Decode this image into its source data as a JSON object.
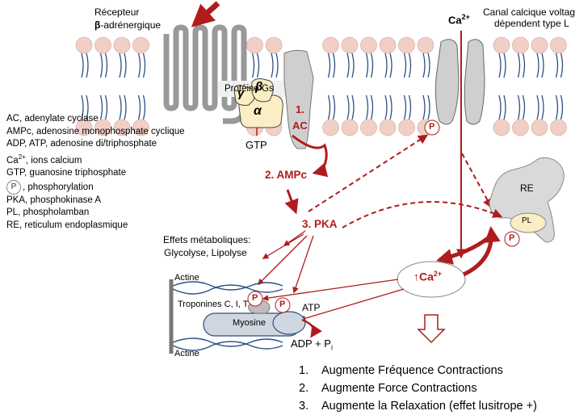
{
  "labels": {
    "receptor_line1": "Récepteur",
    "receptor_line2_symbol": "β",
    "receptor_line2_text": "-adrénergique",
    "gs_protein": "Protéine Gs",
    "gamma": "γ",
    "beta": "β",
    "alpha": "α",
    "gtp": "GTP",
    "ac_number": "1.",
    "ac_text": "AC",
    "ampc": "2. AMPc",
    "pka": "3. PKA",
    "ca_symbol": "Ca",
    "ca_sup": "2+",
    "channel_line1": "Canal calcique voltage",
    "channel_line2": "dépendent type L",
    "re": "RE",
    "pl": "PL",
    "metabolic_line1": "Effets métaboliques:",
    "metabolic_line2": "Glycolyse, Lipolyse",
    "actine_top": "Actine",
    "actine_bottom": "Actine",
    "troponines": "Troponines C, I, T",
    "myosine": "Myosine",
    "atp": "ATP",
    "adp": "ADP + P",
    "adp_sub": "i",
    "ca_up_arrow": "↑",
    "ca_up_text": "Ca",
    "ca_up_sup": "2+",
    "p": "P"
  },
  "abbreviations": [
    "AC, adenylate cyclase",
    "AMPc, adenosine monophosphate cyclique",
    "ADP, ATP, adenosine di/triphosphate",
    "GTP, guanosine triphosphate",
    "PKA, phosphokinase A",
    "PL, phospholamban",
    "RE, reticulum endoplasmique"
  ],
  "abbr_ca": {
    "symbol": "Ca",
    "sup": "2+",
    "text": ", ions calcium"
  },
  "abbr_phospho": {
    "p": "P",
    "text": ", phosphorylation"
  },
  "outcomes": [
    {
      "num": "1.",
      "text": "Augmente Fréquence Contractions"
    },
    {
      "num": "2.",
      "text": "Augmente Force Contractions"
    },
    {
      "num": "3.",
      "text": "Augmente la Relaxation (effet lusitrope +)"
    }
  ],
  "colors": {
    "accent": "#b01c1c",
    "lipid_head": "#f2cfc6",
    "lipid_tail": "#2e4e86",
    "gray": "#c8c8c8",
    "cream": "#fbeec4"
  }
}
